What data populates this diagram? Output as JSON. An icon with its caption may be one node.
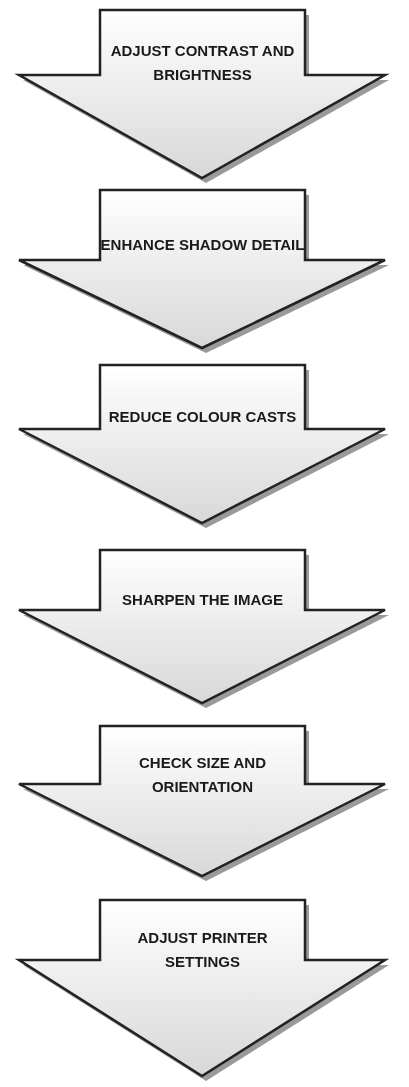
{
  "diagram": {
    "nodes": [
      {
        "text": [
          "ADJUST CONTRAST AND BRIGHTNESS"
        ]
      },
      {
        "text": [
          "ENHANCE SHADOW DETAIL"
        ]
      },
      {
        "text": [
          "REDUCE COLOUR CASTS"
        ]
      },
      {
        "text": [
          "SHARPEN THE IMAGE"
        ]
      },
      {
        "text": [
          "CHECK SIZE AND ORIENTATION"
        ]
      },
      {
        "text": [
          "ADJUST PRINTER SETTINGS"
        ]
      }
    ],
    "edges": []
  }
}
